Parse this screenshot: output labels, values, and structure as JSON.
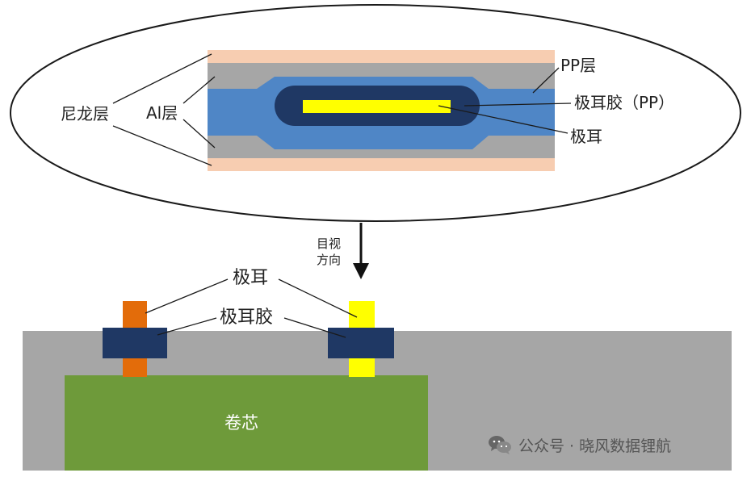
{
  "cross_section": {
    "nylon_layer": "尼龙层",
    "al_layer": "Al层",
    "pp_layer": "PP层",
    "tab_glue": "极耳胶（PP）",
    "tab": "极耳"
  },
  "arrow": {
    "line1": "目视",
    "line2": "方向"
  },
  "side_view": {
    "tab": "极耳",
    "tab_glue": "极耳胶",
    "core": "卷芯"
  },
  "watermark": {
    "text": "公众号 · 晓风数据锂航",
    "icon": "wechat-icon"
  },
  "colors": {
    "nylon": "#f7cdb1",
    "aluminum": "#a6a6a6",
    "pp": "#4f86c6",
    "tab_glue": "#1f3864",
    "tab_cross": "#ffff00",
    "case": "#a6a6a6",
    "core": "#6e9a3a",
    "tab_left": "#e36c0a",
    "tab_right": "#ffff00"
  }
}
